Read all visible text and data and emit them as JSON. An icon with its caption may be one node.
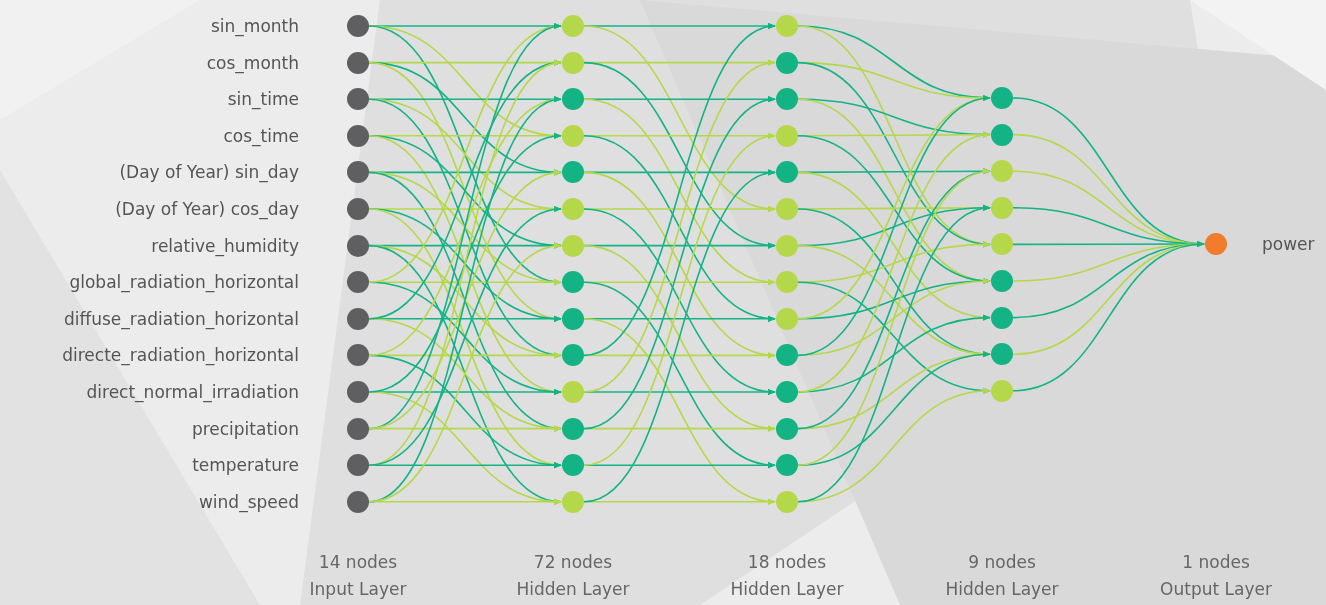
{
  "diagram": {
    "nodes": [
      {
        "text": [],
        "shape": "circle",
        "beside": [
          "sin_month"
        ]
      },
      {
        "text": [],
        "shape": "circle",
        "beside": [
          "cos_month"
        ]
      },
      {
        "text": [],
        "shape": "circle",
        "beside": [
          "sin_time"
        ]
      },
      {
        "text": [],
        "shape": "circle",
        "beside": [
          "cos_time"
        ]
      },
      {
        "text": [],
        "shape": "circle",
        "beside": [
          "(Day of Year) sin_day"
        ]
      },
      {
        "text": [],
        "shape": "circle",
        "beside": [
          "(Day of Year) cos_day"
        ]
      },
      {
        "text": [],
        "shape": "circle",
        "beside": [
          "relative_humidity"
        ]
      },
      {
        "text": [],
        "shape": "circle",
        "beside": [
          "global_radiation_horizontal"
        ]
      },
      {
        "text": [],
        "shape": "circle",
        "beside": [
          "diffuse_radiation_horizontal"
        ]
      },
      {
        "text": [],
        "shape": "circle",
        "beside": [
          "directe_radiation_horizontal"
        ]
      },
      {
        "text": [],
        "shape": "circle",
        "beside": [
          "direct_normal_irradiation"
        ]
      },
      {
        "text": [],
        "shape": "circle",
        "beside": [
          "precipitation"
        ]
      },
      {
        "text": [],
        "shape": "circle",
        "beside": [
          "temperature"
        ]
      },
      {
        "text": [],
        "shape": "circle",
        "beside": [
          "wind_speed"
        ]
      },
      {
        "text": [],
        "shape": "circle"
      },
      {
        "text": [],
        "shape": "circle"
      },
      {
        "text": [],
        "shape": "circle"
      },
      {
        "text": [],
        "shape": "circle"
      },
      {
        "text": [],
        "shape": "circle"
      },
      {
        "text": [],
        "shape": "circle"
      },
      {
        "text": [],
        "shape": "circle"
      },
      {
        "text": [],
        "shape": "circle"
      },
      {
        "text": [],
        "shape": "circle"
      },
      {
        "text": [],
        "shape": "circle"
      },
      {
        "text": [],
        "shape": "circle"
      },
      {
        "text": [],
        "shape": "circle"
      },
      {
        "text": [],
        "shape": "circle"
      },
      {
        "text": [],
        "shape": "circle"
      },
      {
        "text": [],
        "shape": "circle"
      },
      {
        "text": [],
        "shape": "circle"
      },
      {
        "text": [],
        "shape": "circle"
      },
      {
        "text": [],
        "shape": "circle"
      },
      {
        "text": [],
        "shape": "circle"
      },
      {
        "text": [],
        "shape": "circle"
      },
      {
        "text": [],
        "shape": "circle"
      },
      {
        "text": [],
        "shape": "circle"
      },
      {
        "text": [],
        "shape": "circle"
      },
      {
        "text": [],
        "shape": "circle"
      },
      {
        "text": [],
        "shape": "circle"
      },
      {
        "text": [],
        "shape": "circle"
      },
      {
        "text": [],
        "shape": "circle"
      },
      {
        "text": [],
        "shape": "circle"
      },
      {
        "text": [],
        "shape": "circle"
      },
      {
        "text": [],
        "shape": "circle"
      },
      {
        "text": [],
        "shape": "circle"
      },
      {
        "text": [],
        "shape": "circle"
      },
      {
        "text": [],
        "shape": "circle"
      },
      {
        "text": [],
        "shape": "circle"
      },
      {
        "text": [],
        "shape": "circle"
      },
      {
        "text": [],
        "shape": "circle"
      },
      {
        "text": [],
        "shape": "circle"
      },
      {
        "text": [],
        "shape": "circle",
        "beside": [
          "power"
        ]
      }
    ],
    "edges": [
      {
        "from": 0,
        "to": 14,
        "arrow": "to"
      },
      {
        "from": 0,
        "to": 17,
        "arrow": "to",
        "color": "#b5d84a"
      },
      {
        "from": 0,
        "to": 21,
        "arrow": "to"
      },
      {
        "from": 1,
        "to": 15,
        "arrow": "to",
        "color": "#b5d84a"
      },
      {
        "from": 1,
        "to": 18,
        "arrow": "to"
      },
      {
        "from": 1,
        "to": 22,
        "arrow": "to",
        "color": "#b5d84a"
      },
      {
        "from": 2,
        "to": 16,
        "arrow": "to"
      },
      {
        "from": 2,
        "to": 19,
        "arrow": "to",
        "color": "#b5d84a"
      },
      {
        "from": 2,
        "to": 23,
        "arrow": "to"
      },
      {
        "from": 3,
        "to": 17,
        "arrow": "to",
        "color": "#b5d84a"
      },
      {
        "from": 3,
        "to": 20,
        "arrow": "to"
      },
      {
        "from": 3,
        "to": 24,
        "arrow": "to",
        "color": "#b5d84a"
      },
      {
        "from": 4,
        "to": 18,
        "arrow": "to"
      },
      {
        "from": 4,
        "to": 21,
        "arrow": "to",
        "color": "#b5d84a"
      },
      {
        "from": 4,
        "to": 25,
        "arrow": "to"
      },
      {
        "from": 5,
        "to": 19,
        "arrow": "to",
        "color": "#b5d84a"
      },
      {
        "from": 5,
        "to": 22,
        "arrow": "to"
      },
      {
        "from": 5,
        "to": 26,
        "arrow": "to",
        "color": "#b5d84a"
      },
      {
        "from": 6,
        "to": 20,
        "arrow": "to"
      },
      {
        "from": 6,
        "to": 23,
        "arrow": "to",
        "color": "#b5d84a"
      },
      {
        "from": 6,
        "to": 27,
        "arrow": "to"
      },
      {
        "from": 7,
        "to": 21,
        "arrow": "to",
        "color": "#b5d84a"
      },
      {
        "from": 7,
        "to": 24,
        "arrow": "to"
      },
      {
        "from": 7,
        "to": 14,
        "arrow": "to",
        "color": "#b5d84a"
      },
      {
        "from": 8,
        "to": 22,
        "arrow": "to"
      },
      {
        "from": 8,
        "to": 25,
        "arrow": "to",
        "color": "#b5d84a"
      },
      {
        "from": 8,
        "to": 15,
        "arrow": "to"
      },
      {
        "from": 9,
        "to": 23,
        "arrow": "to",
        "color": "#b5d84a"
      },
      {
        "from": 9,
        "to": 26,
        "arrow": "to"
      },
      {
        "from": 9,
        "to": 16,
        "arrow": "to",
        "color": "#b5d84a"
      },
      {
        "from": 10,
        "to": 24,
        "arrow": "to"
      },
      {
        "from": 10,
        "to": 27,
        "arrow": "to",
        "color": "#b5d84a"
      },
      {
        "from": 10,
        "to": 17,
        "arrow": "to"
      },
      {
        "from": 11,
        "to": 25,
        "arrow": "to",
        "color": "#b5d84a"
      },
      {
        "from": 11,
        "to": 14,
        "arrow": "to"
      },
      {
        "from": 11,
        "to": 18,
        "arrow": "to",
        "color": "#b5d84a"
      },
      {
        "from": 12,
        "to": 26,
        "arrow": "to"
      },
      {
        "from": 12,
        "to": 15,
        "arrow": "to",
        "color": "#b5d84a"
      },
      {
        "from": 12,
        "to": 19,
        "arrow": "to"
      },
      {
        "from": 13,
        "to": 27,
        "arrow": "to",
        "color": "#b5d84a"
      },
      {
        "from": 13,
        "to": 16,
        "arrow": "to"
      },
      {
        "from": 13,
        "to": 20,
        "arrow": "to",
        "color": "#b5d84a"
      },
      {
        "from": 14,
        "to": 28,
        "arrow": "to"
      },
      {
        "from": 14,
        "to": 33,
        "arrow": "to",
        "color": "#b5d84a"
      },
      {
        "from": 15,
        "to": 29,
        "arrow": "to",
        "color": "#b5d84a"
      },
      {
        "from": 15,
        "to": 34,
        "arrow": "to"
      },
      {
        "from": 16,
        "to": 30,
        "arrow": "to"
      },
      {
        "from": 16,
        "to": 35,
        "arrow": "to",
        "color": "#b5d84a"
      },
      {
        "from": 17,
        "to": 31,
        "arrow": "to",
        "color": "#b5d84a"
      },
      {
        "from": 17,
        "to": 36,
        "arrow": "to"
      },
      {
        "from": 18,
        "to": 32,
        "arrow": "to"
      },
      {
        "from": 18,
        "to": 37,
        "arrow": "to",
        "color": "#b5d84a"
      },
      {
        "from": 19,
        "to": 33,
        "arrow": "to",
        "color": "#b5d84a"
      },
      {
        "from": 19,
        "to": 38,
        "arrow": "to"
      },
      {
        "from": 20,
        "to": 34,
        "arrow": "to"
      },
      {
        "from": 20,
        "to": 39,
        "arrow": "to",
        "color": "#b5d84a"
      },
      {
        "from": 21,
        "to": 35,
        "arrow": "to",
        "color": "#b5d84a"
      },
      {
        "from": 21,
        "to": 40,
        "arrow": "to"
      },
      {
        "from": 22,
        "to": 36,
        "arrow": "to"
      },
      {
        "from": 22,
        "to": 41,
        "arrow": "to",
        "color": "#b5d84a"
      },
      {
        "from": 23,
        "to": 37,
        "arrow": "to",
        "color": "#b5d84a"
      },
      {
        "from": 23,
        "to": 28,
        "arrow": "to"
      },
      {
        "from": 24,
        "to": 38,
        "arrow": "to"
      },
      {
        "from": 24,
        "to": 29,
        "arrow": "to",
        "color": "#b5d84a"
      },
      {
        "from": 25,
        "to": 39,
        "arrow": "to",
        "color": "#b5d84a"
      },
      {
        "from": 25,
        "to": 30,
        "arrow": "to"
      },
      {
        "from": 26,
        "to": 40,
        "arrow": "to"
      },
      {
        "from": 26,
        "to": 31,
        "arrow": "to",
        "color": "#b5d84a"
      },
      {
        "from": 27,
        "to": 41,
        "arrow": "to",
        "color": "#b5d84a"
      },
      {
        "from": 27,
        "to": 32,
        "arrow": "to"
      },
      {
        "from": 28,
        "to": 42,
        "arrow": "to"
      },
      {
        "from": 28,
        "to": 46,
        "arrow": "to",
        "color": "#b5d84a"
      },
      {
        "from": 29,
        "to": 42,
        "arrow": "to",
        "color": "#b5d84a"
      },
      {
        "from": 29,
        "to": 46,
        "arrow": "to"
      },
      {
        "from": 30,
        "to": 43,
        "arrow": "to"
      },
      {
        "from": 30,
        "to": 47,
        "arrow": "to",
        "color": "#b5d84a"
      },
      {
        "from": 31,
        "to": 43,
        "arrow": "to",
        "color": "#b5d84a"
      },
      {
        "from": 31,
        "to": 47,
        "arrow": "to"
      },
      {
        "from": 32,
        "to": 44,
        "arrow": "to"
      },
      {
        "from": 32,
        "to": 48,
        "arrow": "to",
        "color": "#b5d84a"
      },
      {
        "from": 33,
        "to": 45,
        "arrow": "to",
        "color": "#b5d84a"
      },
      {
        "from": 33,
        "to": 49,
        "arrow": "to"
      },
      {
        "from": 34,
        "to": 45,
        "arrow": "to"
      },
      {
        "from": 34,
        "to": 49,
        "arrow": "to",
        "color": "#b5d84a"
      },
      {
        "from": 35,
        "to": 46,
        "arrow": "to",
        "color": "#b5d84a"
      },
      {
        "from": 35,
        "to": 50,
        "arrow": "to"
      },
      {
        "from": 36,
        "to": 47,
        "arrow": "to"
      },
      {
        "from": 36,
        "to": 42,
        "arrow": "to",
        "color": "#b5d84a"
      },
      {
        "from": 37,
        "to": 47,
        "arrow": "to",
        "color": "#b5d84a"
      },
      {
        "from": 37,
        "to": 42,
        "arrow": "to"
      },
      {
        "from": 38,
        "to": 48,
        "arrow": "to"
      },
      {
        "from": 38,
        "to": 43,
        "arrow": "to",
        "color": "#b5d84a"
      },
      {
        "from": 39,
        "to": 49,
        "arrow": "to",
        "color": "#b5d84a"
      },
      {
        "from": 39,
        "to": 44,
        "arrow": "to"
      },
      {
        "from": 40,
        "to": 49,
        "arrow": "to"
      },
      {
        "from": 40,
        "to": 44,
        "arrow": "to",
        "color": "#b5d84a"
      },
      {
        "from": 41,
        "to": 50,
        "arrow": "to",
        "color": "#b5d84a"
      },
      {
        "from": 41,
        "to": 45,
        "arrow": "to"
      },
      {
        "from": 42,
        "to": 51,
        "arrow": "to"
      },
      {
        "from": 43,
        "to": 51,
        "arrow": "to",
        "color": "#b5d84a"
      },
      {
        "from": 44,
        "to": 51,
        "arrow": "to",
        "color": "#b5d84a"
      },
      {
        "from": 45,
        "to": 51,
        "arrow": "to"
      },
      {
        "from": 46,
        "to": 51,
        "arrow": "to"
      },
      {
        "from": 47,
        "to": 51,
        "arrow": "to",
        "color": "#b5d84a"
      },
      {
        "from": 48,
        "to": 51,
        "arrow": "to"
      },
      {
        "from": 49,
        "to": 51,
        "arrow": "to",
        "color": "#b5d84a"
      },
      {
        "from": 50,
        "to": 51,
        "arrow": "to"
      }
    ],
    "labels": [
      "14 nodes",
      "72 nodes",
      "18 nodes",
      "9 nodes",
      "1 nodes",
      "Input Layer",
      "Hidden Layer",
      "Hidden Layer",
      "Hidden Layer",
      "Output Layer"
    ]
  }
}
